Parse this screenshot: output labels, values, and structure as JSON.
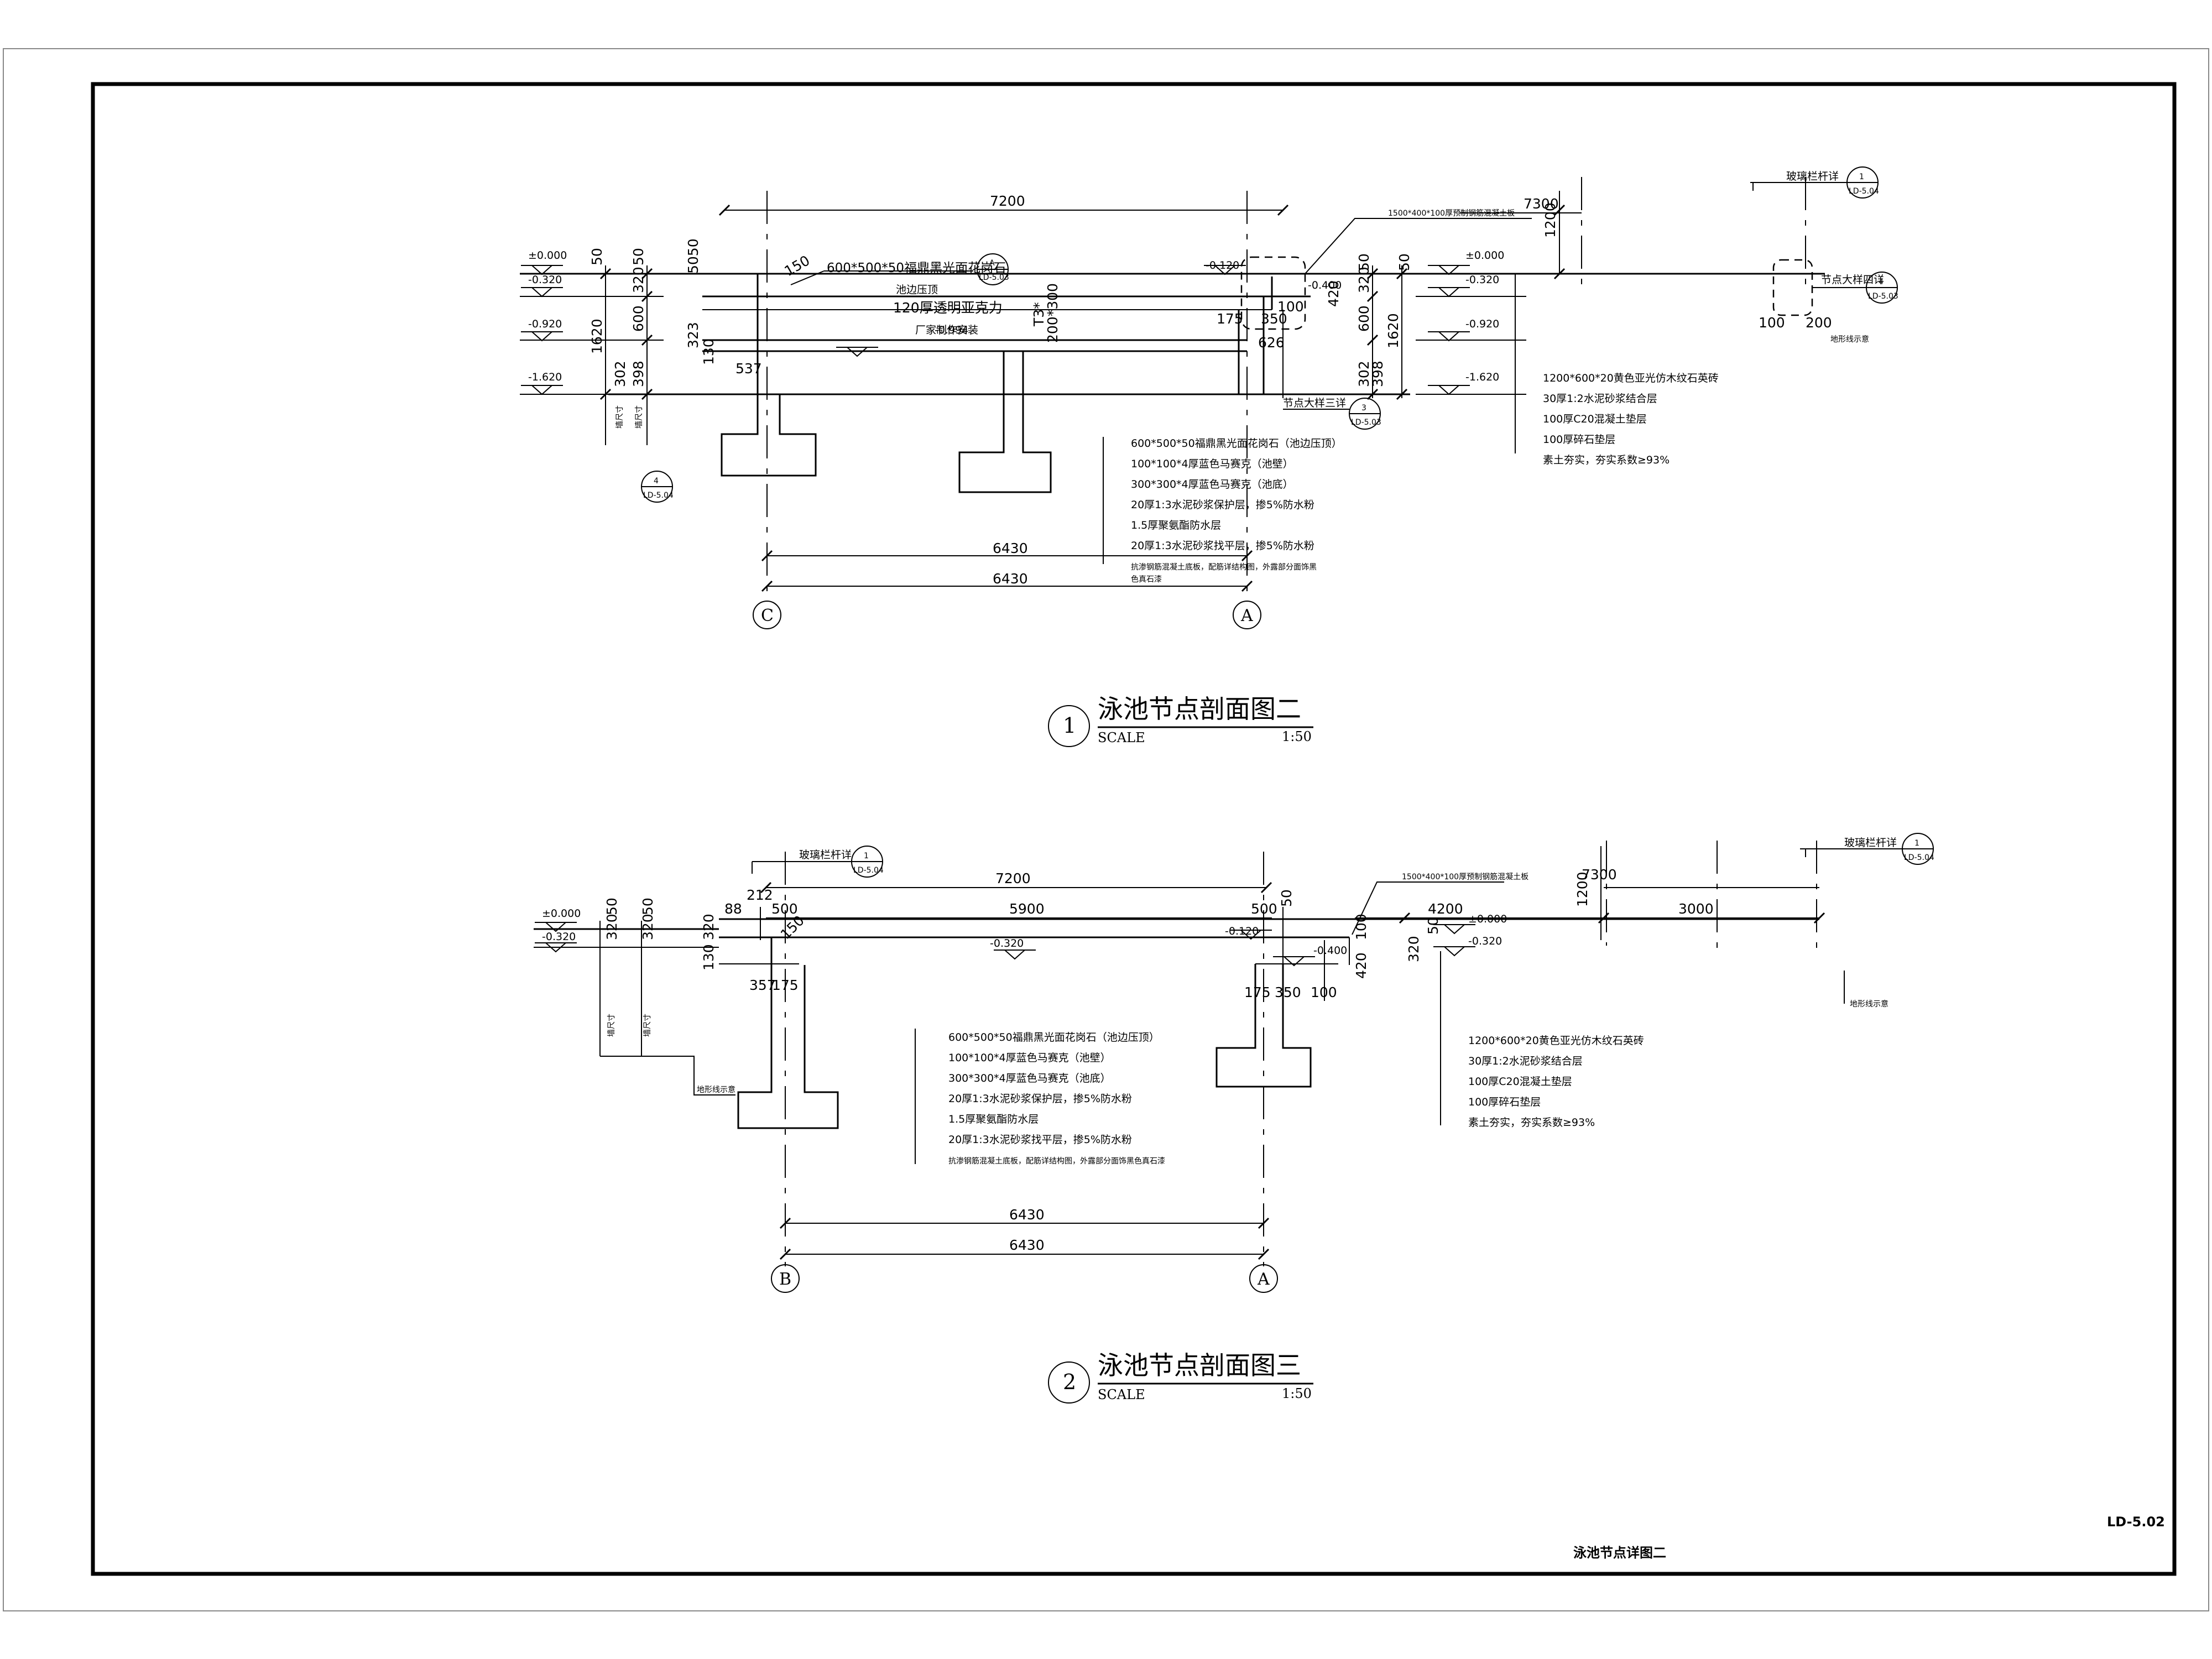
{
  "sheet": {
    "code": "LD-5.02",
    "title": "泳池节点详图二"
  },
  "section1": {
    "number": "1",
    "title": "泳池节点剖面图二",
    "scale_label": "SCALE",
    "scale": "1:50",
    "dims": {
      "d7200": "7200",
      "d7300": "7300",
      "d1200": "1200",
      "d6430a": "6430",
      "d6430b": "6430",
      "d50": "50",
      "d320": "320",
      "d600": "600",
      "d302": "302",
      "d398": "398",
      "d1620": "1620",
      "d5050": "5050",
      "d323": "323",
      "d130": "130",
      "d537": "537",
      "d350": "350",
      "d175": "175",
      "d100": "100",
      "d626": "626",
      "d420": "420",
      "d150": "150",
      "d200300": "200*300",
      "dT3": "T3*"
    },
    "levels": {
      "l0": "±0.000",
      "l320": "-0.320",
      "l920": "-0.920",
      "l1620": "-1.620",
      "l120": "-0.120",
      "l400": "-0.400",
      "l994": "-0.994"
    },
    "labels": {
      "stone_top": "600*500*50福鼎黑光面花岗石",
      "pool_edge": "池边压顶",
      "acrylic": "120厚透明亚克力",
      "factory": "厂家制作安装",
      "precast": "1500*400*100厚预制钢筋混凝土板",
      "glass_rail": "玻璃栏杆详",
      "node4": "节点大样四详",
      "node3": "节点大样三详",
      "terrain": "地形线示意",
      "wall_size": "墙尺寸"
    },
    "callouts": {
      "c_ld503a": {
        "num": "A",
        "ref": "LD-5.03"
      },
      "c_rail": {
        "num": "1",
        "ref": "LD-5.04"
      },
      "c_node4": {
        "num": "4",
        "ref": "LD-5.03"
      },
      "c_node3": {
        "num": "3",
        "ref": "LD-5.03"
      },
      "c_left4": {
        "num": "4",
        "ref": "LD-5.04"
      }
    },
    "layers_pool": [
      "600*500*50福鼎黑光面花岗石（池边压顶）",
      "100*100*4厚蓝色马赛克（池壁）",
      "300*300*4厚蓝色马赛克（池底）",
      "20厚1:3水泥砂浆保护层，掺5%防水粉",
      "1.5厚聚氨酯防水层",
      "20厚1:3水泥砂浆找平层，掺5%防水粉",
      "抗渗钢筋混凝土底板，配筋详结构图，外露部分面饰黑",
      "色真石漆"
    ],
    "layers_deck": [
      "1200*600*20黄色亚光仿木纹石英砖",
      "30厚1:2水泥砂浆结合层",
      "100厚C20混凝土垫层",
      "100厚碎石垫层",
      "素土夯实，夯实系数≥93%"
    ],
    "grid_left": "C",
    "grid_right": "A"
  },
  "section2": {
    "number": "2",
    "title": "泳池节点剖面图三",
    "scale_label": "SCALE",
    "scale": "1:50",
    "dims": {
      "d7200": "7200",
      "d5900": "5900",
      "d7300": "7300",
      "d4200": "4200",
      "d3000": "3000",
      "d1200": "1200",
      "d6430a": "6430",
      "d6430b": "6430",
      "d88": "88",
      "d212": "212",
      "d500a": "500",
      "d500b": "500",
      "d50": "50",
      "d150": "150",
      "d320": "320",
      "d130": "130",
      "d357": "357",
      "d175a": "175",
      "d175b": "175",
      "d350": "350",
      "d100": "100",
      "d420": "420"
    },
    "levels": {
      "l0a": "±0.000",
      "l320a": "-0.320",
      "l320b": "-0.320",
      "l120": "-0.120",
      "l400": "-0.400",
      "l0b": "±0.000",
      "l320c": "-0.320"
    },
    "labels": {
      "precast": "1500*400*100厚预制钢筋混凝土板",
      "glass_rail": "玻璃栏杆详",
      "terrain": "地形线示意",
      "wall_size": "墙尺寸"
    },
    "callouts": {
      "c_rail_l": {
        "num": "1",
        "ref": "LD-5.04"
      },
      "c_rail_r": {
        "num": "1",
        "ref": "LD-5.04"
      }
    },
    "layers_pool": [
      "600*500*50福鼎黑光面花岗石（池边压顶）",
      "100*100*4厚蓝色马赛克（池壁）",
      "300*300*4厚蓝色马赛克（池底）",
      "20厚1:3水泥砂浆保护层，掺5%防水粉",
      "1.5厚聚氨酯防水层",
      "20厚1:3水泥砂浆找平层，掺5%防水粉",
      "抗渗钢筋混凝土底板，配筋详结构图，外露部分面饰黑色真石漆"
    ],
    "layers_deck": [
      "1200*600*20黄色亚光仿木纹石英砖",
      "30厚1:2水泥砂浆结合层",
      "100厚C20混凝土垫层",
      "100厚碎石垫层",
      "素土夯实，夯实系数≥93%"
    ],
    "grid_left": "B",
    "grid_right": "A"
  }
}
